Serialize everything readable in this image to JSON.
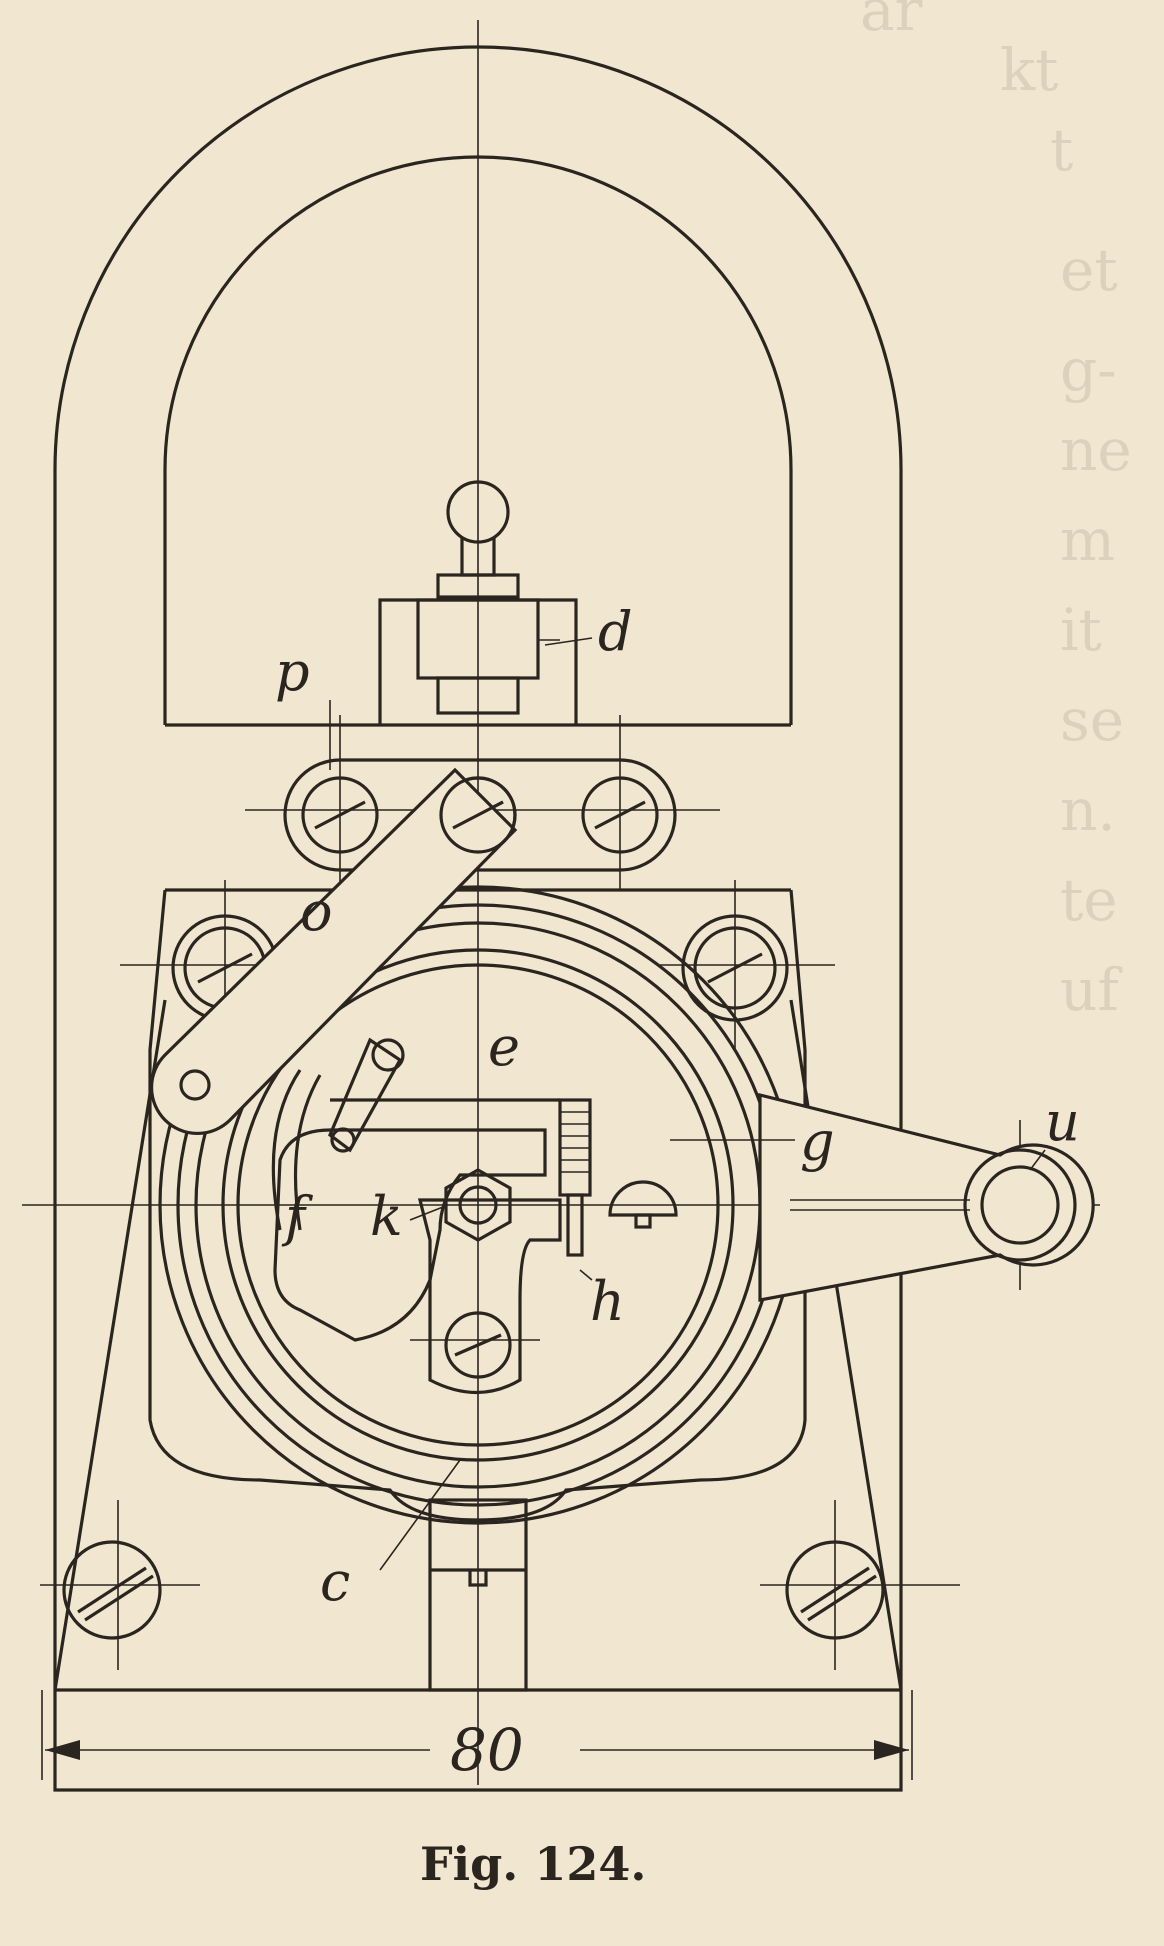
{
  "figure": {
    "caption": "Fig. 124.",
    "dimension": "80",
    "labels": {
      "d": "d",
      "p": "p",
      "o": "o",
      "e": "e",
      "f": "f",
      "k": "k",
      "g": "g",
      "u": "u",
      "h": "h",
      "c": "c"
    }
  }
}
